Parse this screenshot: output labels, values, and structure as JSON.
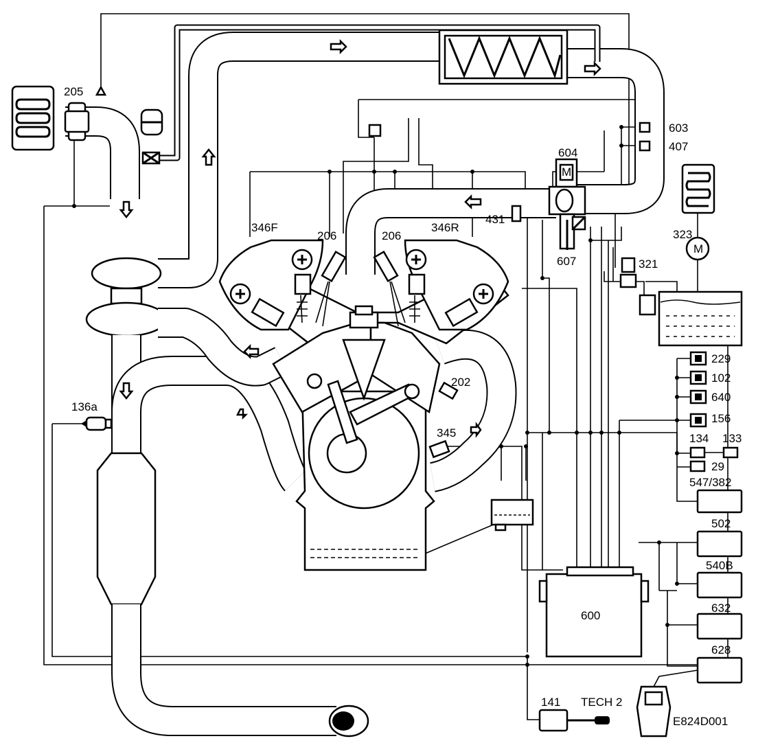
{
  "diagram": {
    "labels": {
      "l205": "205",
      "l603": "603",
      "l407": "407",
      "l604": "604",
      "l346F": "346F",
      "l206a": "206",
      "l206b": "206",
      "l346R": "346R",
      "l431": "431",
      "l323": "323",
      "l607": "607",
      "l321": "321",
      "l202": "202",
      "l136a": "136a",
      "l345": "345",
      "l229": "229",
      "l102": "102",
      "l640": "640",
      "l156": "156",
      "l134": "134",
      "l133": "133",
      "l29": "29",
      "l547": "547/382",
      "l502": "502",
      "l540B": "540B",
      "l632": "632",
      "l628": "628",
      "l600": "600",
      "l141": "141",
      "ltech2": "TECH 2",
      "lcode": "E824D001"
    }
  }
}
